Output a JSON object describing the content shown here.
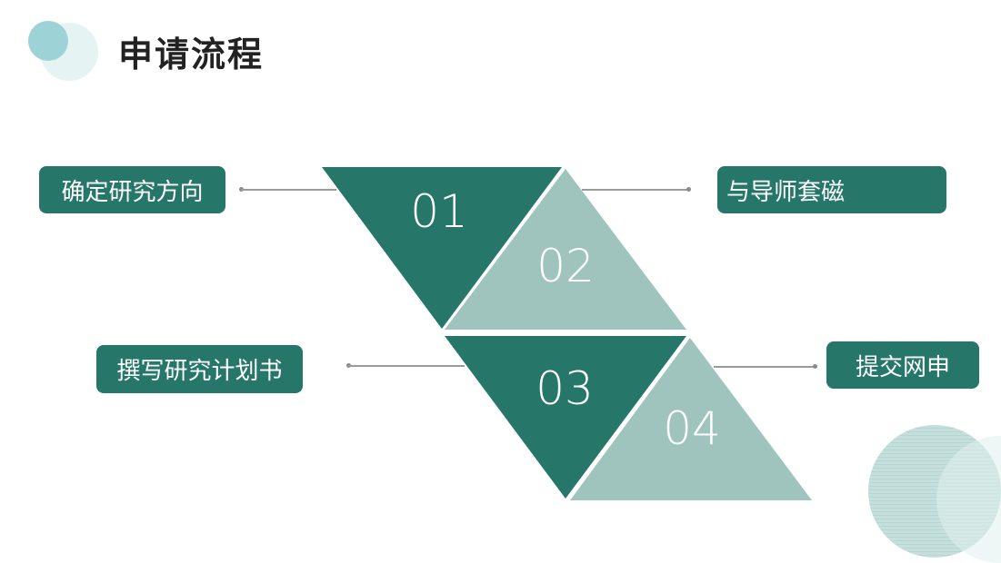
{
  "header": {
    "title": "申请流程"
  },
  "colors": {
    "dark_green": "#26776a",
    "light_green": "#9fc3bd",
    "title_text": "#222222",
    "circle_accent": "#9dd3d6",
    "circle_light": "#e5f3f3",
    "connector": "#9a9a9a"
  },
  "steps": [
    {
      "number": "01",
      "label": "确定研究方向",
      "side": "left"
    },
    {
      "number": "02",
      "label": "与导师套磁",
      "side": "right"
    },
    {
      "number": "03",
      "label": "撰写研究计划书",
      "side": "left"
    },
    {
      "number": "04",
      "label": "提交网申",
      "side": "right"
    }
  ]
}
